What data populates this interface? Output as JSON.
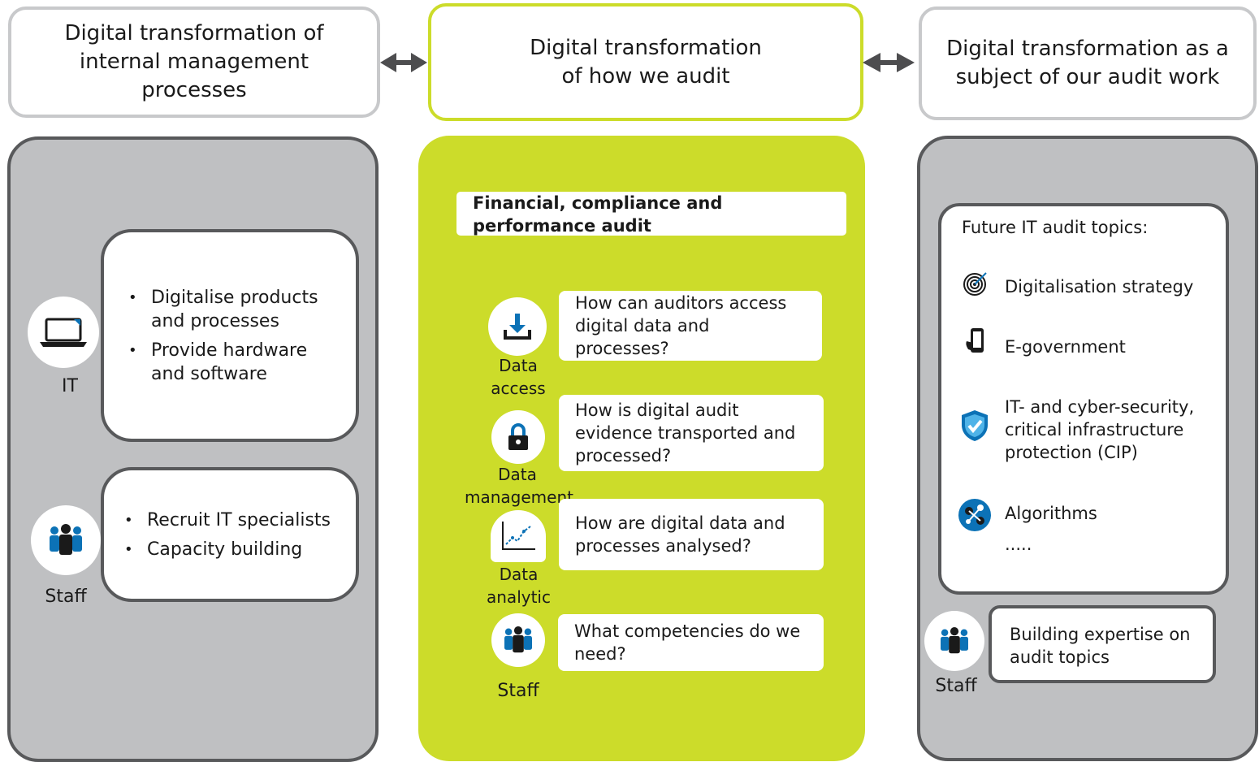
{
  "headers": {
    "left": [
      "Digital transformation of",
      "internal management",
      "processes"
    ],
    "center": [
      "Digital transformation",
      "of how we audit"
    ],
    "right": [
      "Digital transformation as a",
      "subject of our audit work"
    ]
  },
  "left_panel": {
    "it_label": "IT",
    "it_items": [
      "Digitalise products and processes",
      "Provide hardware and software"
    ],
    "staff_label": "Staff",
    "staff_items": [
      "Recruit IT specialists",
      "Capacity building"
    ]
  },
  "center_panel": {
    "title": "Financial, compliance and performance audit",
    "rows": [
      {
        "label": "Data access",
        "question": "How can auditors access digital data and processes?"
      },
      {
        "label": "Data management",
        "question": "How is digital audit evidence transported and processed?"
      },
      {
        "label": "Data analytic",
        "question": "How are digital data and processes analysed?"
      },
      {
        "label": "Staff",
        "question": "What competencies do we need?"
      }
    ]
  },
  "right_panel": {
    "topics_title": "Future IT audit topics:",
    "topics": [
      {
        "icon": "target-icon",
        "text": "Digitalisation strategy"
      },
      {
        "icon": "smartphone-icon",
        "text": "E-government"
      },
      {
        "icon": "shield-icon",
        "text": "IT- and cyber-security, critical infrastructure protection (CIP)"
      },
      {
        "icon": "algorithm-icon",
        "text": "Algorithms"
      }
    ],
    "ellipsis": ".....",
    "staff_label": "Staff",
    "expertise": "Building expertise on audit topics"
  },
  "colors": {
    "green": "#ccdc2a",
    "panel_gray": "#bfc0c2",
    "border_dark": "#58595b",
    "header_border": "#c8c9cb",
    "icon_blue": "#0c72b6"
  }
}
